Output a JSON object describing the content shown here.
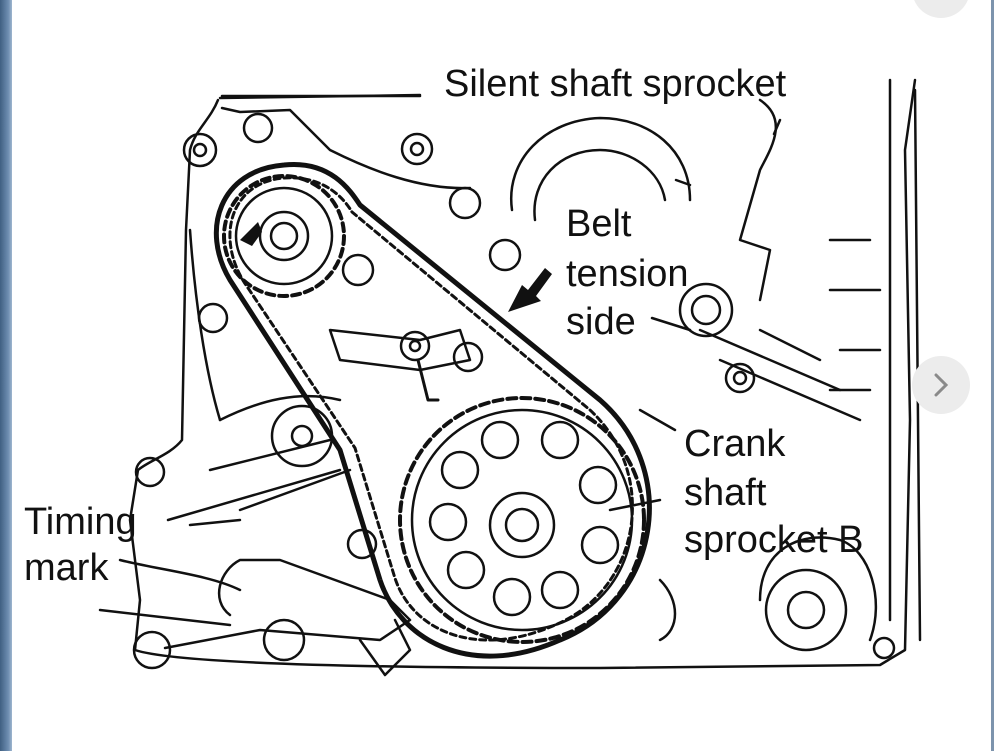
{
  "diagram": {
    "labels": {
      "silent_shaft_sprocket": "Silent shaft sprocket",
      "belt_tension_side": [
        "Belt",
        "tension",
        "side"
      ],
      "crank_shaft_sprocket_b": [
        "Crank",
        "shaft",
        "sprocket B"
      ],
      "timing_mark": [
        "Timing",
        "mark"
      ]
    }
  },
  "controls": {
    "next_icon": "chevron-right-icon",
    "corner_icon": "expand-icon"
  },
  "colors": {
    "ink": "#111111",
    "background": "#ffffff",
    "control_bg": "#ececec",
    "control_fg": "#8a8a8a",
    "frame": "#4f6f94"
  }
}
